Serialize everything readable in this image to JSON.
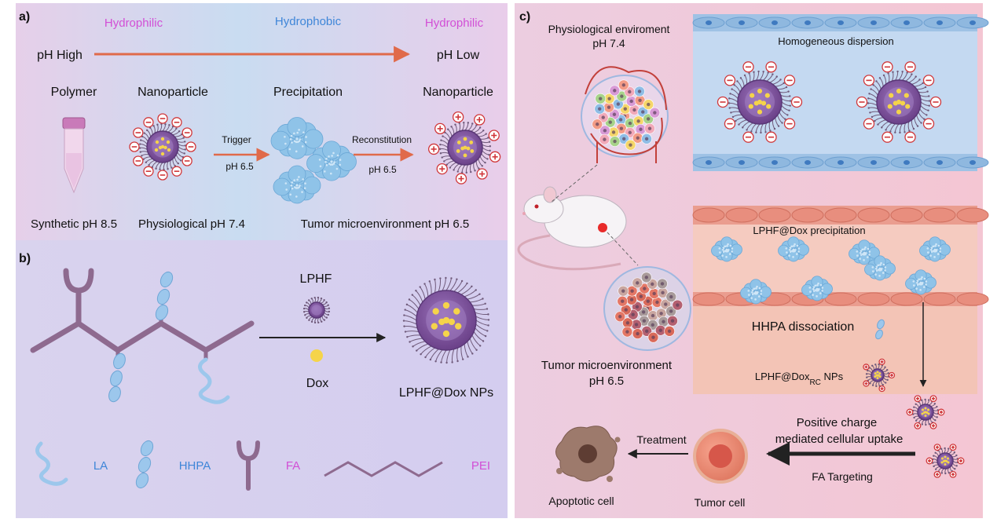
{
  "panel_a": {
    "label": "a)",
    "phase_left": "Hydrophilic",
    "phase_mid": "Hydrophobic",
    "phase_right": "Hydrophilic",
    "ph_high": "pH High",
    "ph_low": "pH Low",
    "stage_polymer": "Polymer",
    "stage_nanoparticle": "Nanoparticle",
    "stage_precipitation": "Precipitation",
    "stage_nanoparticle2": "Nanoparticle",
    "trigger": "Trigger",
    "trigger_ph": "pH 6.5",
    "reconstitution": "Reconstitution",
    "reconstitution_ph": "pH 6.5",
    "caption_synthetic": "Synthetic pH 8.5",
    "caption_physiological": "Physiological pH 7.4",
    "caption_tumor": "Tumor microenvironment  pH 6.5"
  },
  "panel_b": {
    "label": "b)",
    "lphf": "LPHF",
    "dox": "Dox",
    "product": "LPHF@Dox NPs",
    "legend": {
      "la": "LA",
      "hhpa": "HHPA",
      "fa": "FA",
      "pei": "PEI"
    }
  },
  "panel_c": {
    "label": "c)",
    "physio_line1": "Physiological enviroment",
    "physio_line2": "pH 7.4",
    "homogeneous": "Homogeneous dispersion",
    "precipitation": "LPHF@Dox precipitation",
    "dissociation": "HHPA dissociation",
    "np_rc_prefix": "LPHF@Dox",
    "np_rc_sub": "RC",
    "np_rc_suffix": " NPs",
    "tumor_env_line1": "Tumor microenvironment",
    "tumor_env_line2": "pH 6.5",
    "uptake_line1": "Positive charge",
    "uptake_line2": "mediated cellular uptake",
    "fa_targeting": "FA Targeting",
    "treatment": "Treatment",
    "tumor_cell": "Tumor  cell",
    "apoptotic_cell": "Apoptotic cell"
  },
  "colors": {
    "hydrophilic": "#d24fd6",
    "hydrophobic": "#3f86d8",
    "arrow_orange": "#e06a4a",
    "np_core": "#7a4f9a",
    "dox": "#f5d44a",
    "legend_blue": "#3f86d8",
    "legend_pink": "#d24fd6"
  }
}
